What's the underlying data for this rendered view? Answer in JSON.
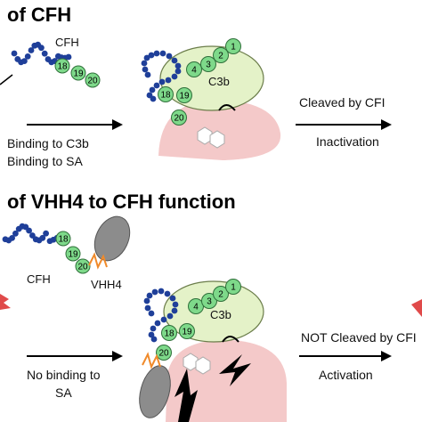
{
  "panel_a": {
    "title": "of CFH",
    "cfh_label": "CFH",
    "c3b_label": "C3b",
    "domains_free": [
      "18",
      "19",
      "20"
    ],
    "domains_bound": [
      "4",
      "3",
      "2",
      "1",
      "18",
      "19",
      "20"
    ],
    "arrow1_lines": [
      "Binding to C3b",
      "Binding to SA"
    ],
    "arrow2_top": "Cleaved by CFI",
    "arrow2_bottom": "Inactivation"
  },
  "panel_b": {
    "title": "of VHH4 to CFH function",
    "cfh_label": "CFH",
    "vhh4_label": "VHH4",
    "c3b_label": "C3b",
    "domains_free": [
      "18",
      "19",
      "20"
    ],
    "domains_bound": [
      "4",
      "3",
      "2",
      "1",
      "18",
      "19",
      "20"
    ],
    "arrow1_lines": [
      "No binding to",
      "SA"
    ],
    "arrow2_top": "NOT Cleaved by CFI",
    "arrow2_bottom": "Activation"
  },
  "colors": {
    "domain_green": "#7ed98a",
    "domain_stroke": "#2f6f3a",
    "chain_blue": "#1f3f99",
    "c3b_fill": "#e4f2c8",
    "cell_fill": "#f4c9c9",
    "vhh4_gray": "#8c8c8c",
    "vhh4_orange": "#f08a2a",
    "burst_red": "#e04a4a"
  }
}
